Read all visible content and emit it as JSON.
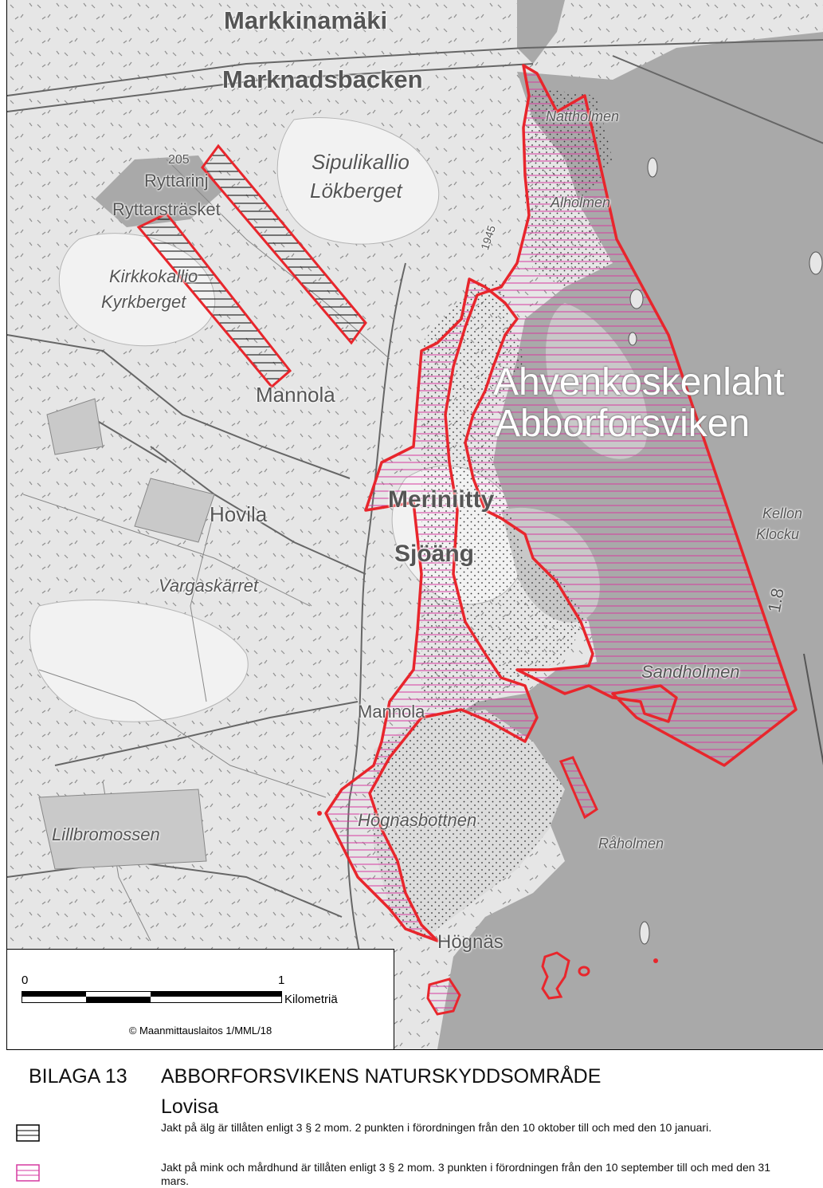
{
  "map": {
    "place_names": {
      "markkinamaki": "Markkinamäki",
      "marknadsbacken": "Marknadsbacken",
      "sipulikallio": "Sipulikallio",
      "lokberget": "Lökberget",
      "ryttarinjarvi": "Ryttarinj",
      "ryttarstrasket": "Ryttarsträsket",
      "kirkkokallio": "Kirkkokallio",
      "kyrkberget": "Kyrkberget",
      "nattholmen": "Nattholmen",
      "alholmen": "Alholmen",
      "ahvenkoskenlahti": "Ahvenkoskenlaht",
      "abborforsviken": "Abborforsviken",
      "mannola_top": "Mannola",
      "hovila": "Hovila",
      "meriniitty": "Meriniitty",
      "sjoang": "Sjöäng",
      "vargaskarret": "Vargaskärret",
      "kellon": "Kellon",
      "klocku": "Klocku",
      "sandholmen": "Sandholmen",
      "mannola_bottom": "Mannola",
      "lillbromossen": "Lillbromossen",
      "hognasbottnen": "Högnasbottnen",
      "raholmen": "Råholmen",
      "hognas": "Högnäs",
      "contour_205": "205",
      "road_1945": "1945",
      "depth_18": "1.8"
    },
    "colors": {
      "water": "#a9a9a9",
      "land": "#e6e6e6",
      "boundary": "#e8262c",
      "mink_hatch": "#d63aa0",
      "moose_hatch": "#000000"
    }
  },
  "scale": {
    "zero": "0",
    "one": "1",
    "unit": "Kilometriä",
    "copyright": "© Maanmittauslaitos 1/MML/18"
  },
  "footer": {
    "bilaga": "BILAGA 13",
    "title": "ABBORFORSVIKENS NATURSKYDDSOMRÅDE",
    "subtitle": "Lovisa",
    "legend": [
      {
        "icon": "black-hatch-box",
        "text": "Jakt på älg är tillåten enligt 3 § 2 mom. 2 punkten i förordningen från den 10 oktober till och med den 10 januari."
      },
      {
        "icon": "pink-hatch-box",
        "text": "Jakt på mink och mårdhund är tillåten enligt 3 § 2 mom. 3 punkten i förordningen från den 10 september till och med den 31 mars."
      }
    ]
  }
}
